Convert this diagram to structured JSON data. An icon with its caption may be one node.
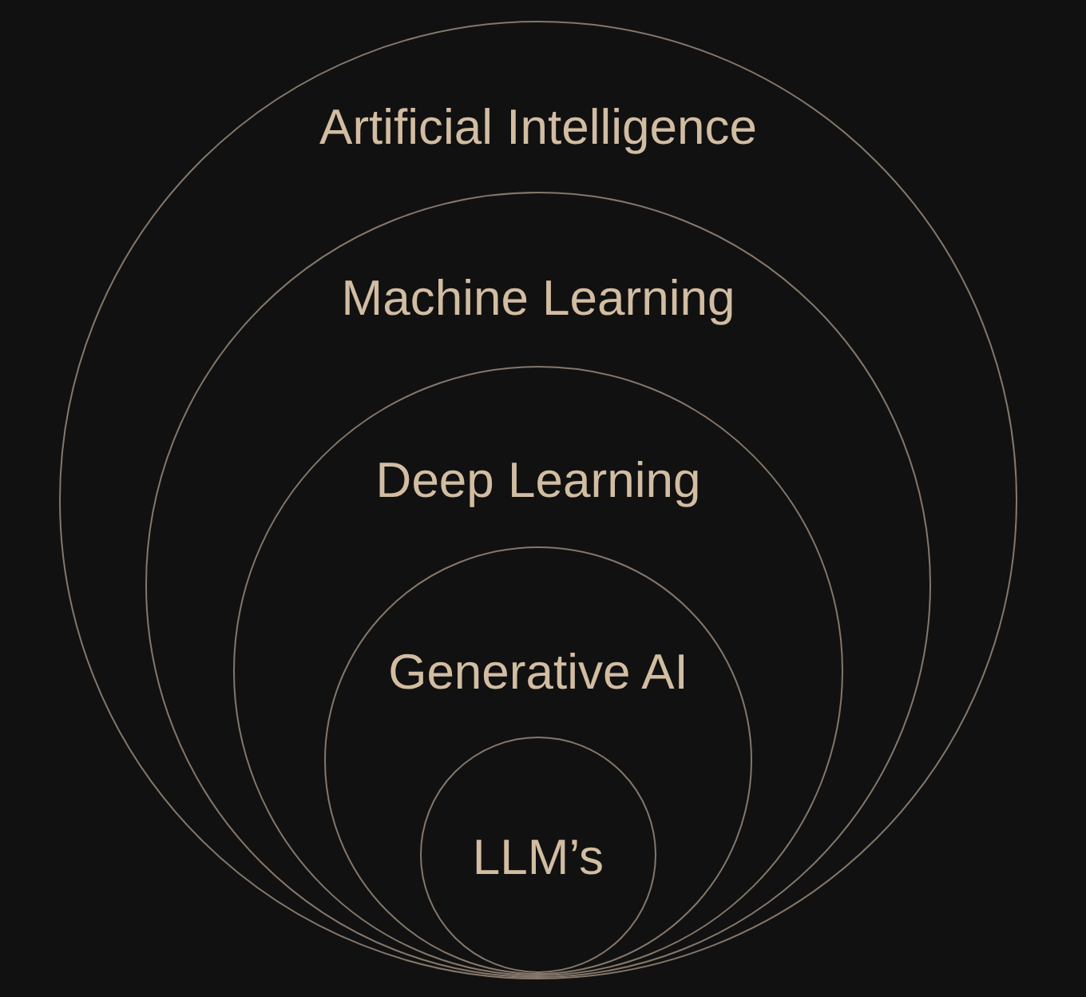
{
  "diagram": {
    "nodes": [
      {
        "text": [
          "Artificial Intelligence"
        ]
      },
      {
        "text": [
          "Machine Learning"
        ],
        "in": 0
      },
      {
        "text": [
          "Deep Learning"
        ],
        "in": 1
      },
      {
        "text": [
          "Generative AI"
        ],
        "in": 2
      },
      {
        "text": [
          "LLM’s"
        ],
        "in": 3
      }
    ]
  }
}
